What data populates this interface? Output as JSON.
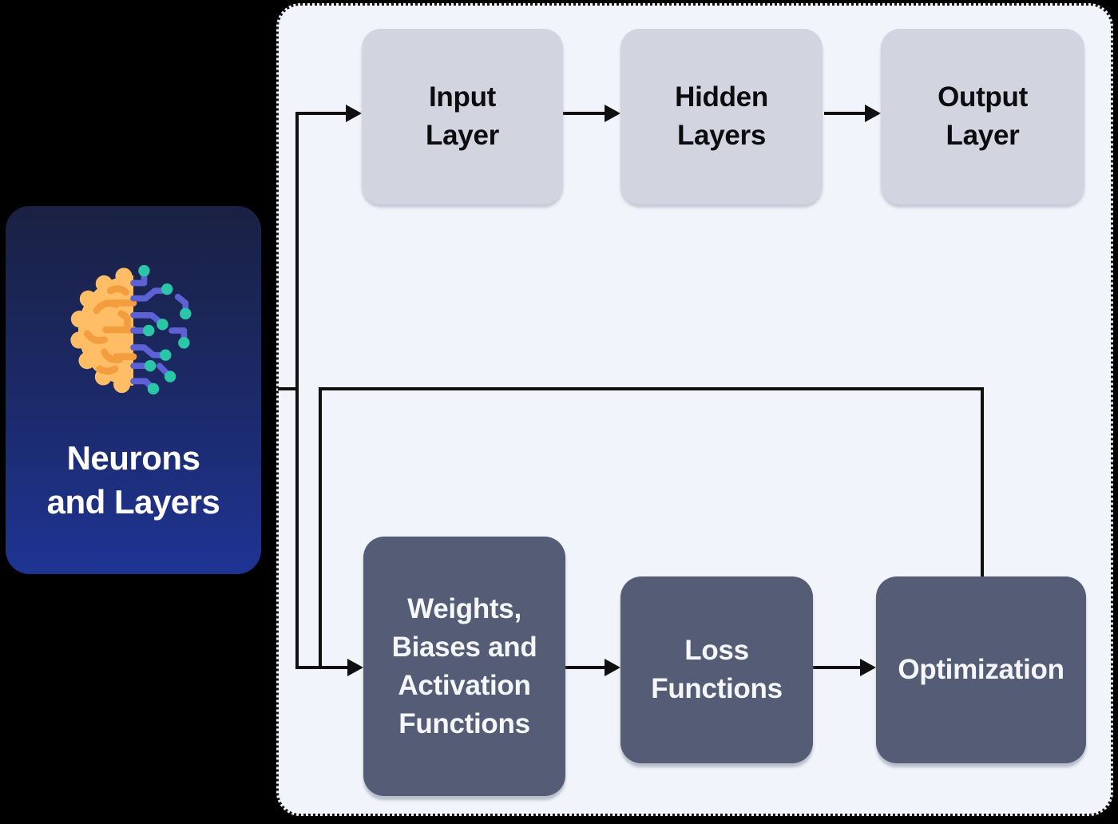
{
  "sidebar_card": {
    "title": "Neurons and Layers",
    "title_lines": [
      "Neurons",
      "and Layers"
    ],
    "icon": "brain-circuit-icon"
  },
  "diagram": {
    "top_row": [
      {
        "id": "input-layer",
        "label": "Input Layer"
      },
      {
        "id": "hidden-layers",
        "label": "Hidden Layers"
      },
      {
        "id": "output-layer",
        "label": "Output Layer"
      }
    ],
    "bottom_row": [
      {
        "id": "weights-biases-activation",
        "label": "Weights, Biases and Activation Functions"
      },
      {
        "id": "loss-functions",
        "label": "Loss Functions"
      },
      {
        "id": "optimization",
        "label": "Optimization"
      }
    ],
    "edges": [
      {
        "from": "neurons-and-layers",
        "to": "input-layer",
        "arrow": true
      },
      {
        "from": "neurons-and-layers",
        "to": "weights-biases-activation",
        "arrow": true
      },
      {
        "from": "input-layer",
        "to": "hidden-layers",
        "arrow": true
      },
      {
        "from": "hidden-layers",
        "to": "output-layer",
        "arrow": true
      },
      {
        "from": "weights-biases-activation",
        "to": "loss-functions",
        "arrow": true
      },
      {
        "from": "loss-functions",
        "to": "optimization",
        "arrow": true
      },
      {
        "from": "optimization",
        "to": "weights-biases-activation",
        "arrow": true
      }
    ]
  },
  "colors": {
    "background": "#000000",
    "panel_bg": "#f1f4fa",
    "panel_border": "#141414",
    "card_gradient_top": "#1a2142",
    "card_gradient_bottom": "#1e3494",
    "light_node_bg": "#d2d5e0",
    "light_node_text": "#0c0c0f",
    "dark_node_bg": "#545c76",
    "dark_node_text": "#f6f7fa",
    "connector": "#101010",
    "brain_orange": "#ffbd66",
    "brain_orange_dark": "#f49d3f",
    "circuit_purple": "#5c61d6",
    "circuit_teal": "#2bc5a7"
  }
}
